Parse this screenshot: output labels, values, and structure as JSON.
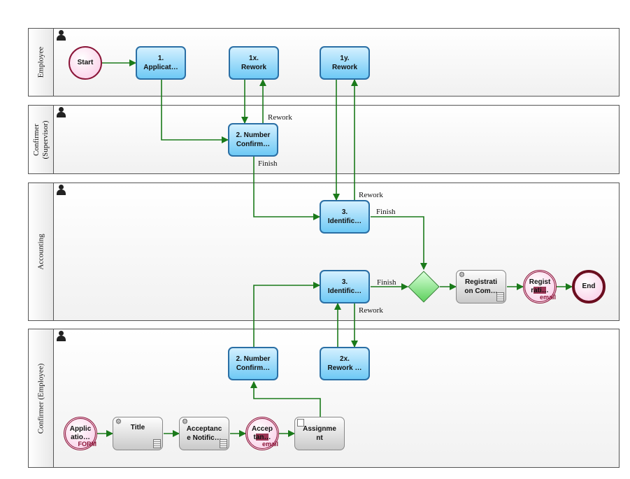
{
  "lanes": [
    {
      "id": "employee",
      "label": "Employee"
    },
    {
      "id": "confirmer_supervisor",
      "label": "Confirmer\n(Supervisor)"
    },
    {
      "id": "accounting",
      "label": "Accounting"
    },
    {
      "id": "confirmer_employee",
      "label": "Confirmer (Employee)"
    }
  ],
  "nodes": {
    "start": {
      "label": "Start"
    },
    "application": {
      "label": "1.\nApplicat…"
    },
    "rework_1x": {
      "label": "1x.\nRework"
    },
    "rework_1y": {
      "label": "1y.\nRework"
    },
    "number_confirm_sup": {
      "label": "2. Number\nConfirm…"
    },
    "identification_a": {
      "label": "3.\nIdentific…"
    },
    "identification_b": {
      "label": "3.\nIdentific…"
    },
    "registration_com": {
      "label": "Registrati\non Com…"
    },
    "registration_mail": {
      "label": "Regist\nrati…",
      "tag": "email"
    },
    "end": {
      "label": "End"
    },
    "number_confirm_emp": {
      "label": "2. Number\nConfirm…"
    },
    "rework_2x": {
      "label": "2x.\nRework …"
    },
    "application_form": {
      "label": "Applic\natio…",
      "tag": "FORM"
    },
    "title": {
      "label": "Title"
    },
    "acceptance_notification": {
      "label": "Acceptanc\ne Notific…"
    },
    "acceptance_mail": {
      "label": "Accep\ntan…",
      "tag": "email"
    },
    "assignment": {
      "label": "Assignme\nnt"
    }
  },
  "flow_labels": {
    "rework_sup": "Rework",
    "finish_sup": "Finish",
    "rework_acc_a": "Rework",
    "finish_acc_a": "Finish",
    "finish_acc_b": "Finish",
    "rework_acc_b": "Rework"
  },
  "colors": {
    "flow_line": "#1a7a1a",
    "task_fill": "#6ec9f5",
    "task_border": "#2a6fa5",
    "gateway_fill": "#5ed15e",
    "event_border": "#8a1538"
  }
}
